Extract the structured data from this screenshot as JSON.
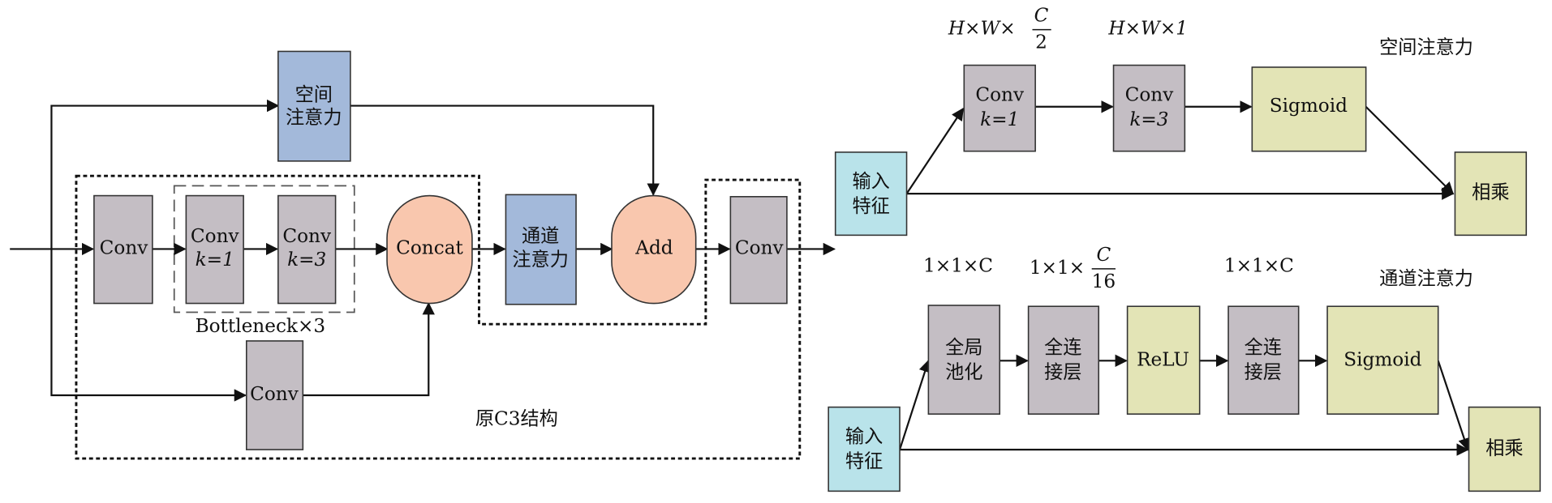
{
  "left": {
    "spatial_attention": [
      "空间",
      "注意力"
    ],
    "conv_first": "Conv",
    "bottleneck_conv1": [
      "Conv",
      "k=1"
    ],
    "bottleneck_conv2": [
      "Conv",
      "k=3"
    ],
    "bottleneck_label": "Bottleneck×3",
    "concat": "Concat",
    "channel_attention": [
      "通道",
      "注意力"
    ],
    "add": "Add",
    "conv_out": "Conv",
    "conv_branch": "Conv",
    "c3_label": "原C3结构"
  },
  "spatial": {
    "title": "空间注意力",
    "dim1": "H×W×",
    "dim1_frac_num": "C",
    "dim1_frac_den": "2",
    "dim2": "H×W×1",
    "input": [
      "输入",
      "特征"
    ],
    "conv1": [
      "Conv",
      "k=1"
    ],
    "conv2": [
      "Conv",
      "k=3"
    ],
    "sigmoid": "Sigmoid",
    "multiply": "相乘"
  },
  "channel": {
    "title": "通道注意力",
    "dim1": "1×1×C",
    "dim2": "1×1×",
    "dim2_frac_num": "C",
    "dim2_frac_den": "16",
    "dim3": "1×1×C",
    "input": [
      "输入",
      "特征"
    ],
    "pool": [
      "全局",
      "池化"
    ],
    "fc1": [
      "全连",
      "接层"
    ],
    "relu": "ReLU",
    "fc2": [
      "全连",
      "接层"
    ],
    "sigmoid": "Sigmoid",
    "multiply": "相乘"
  }
}
